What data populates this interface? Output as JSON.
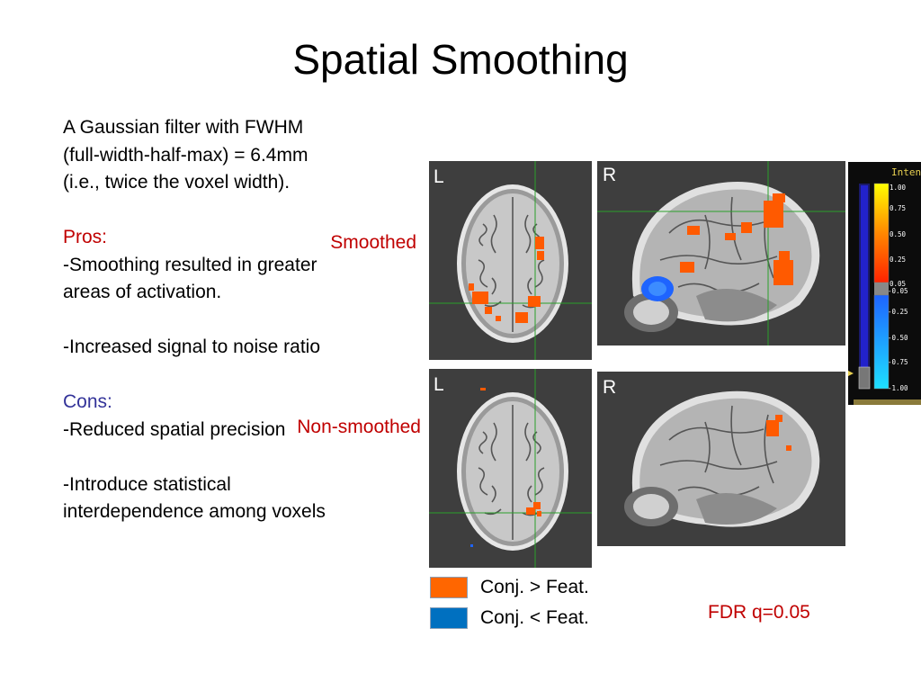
{
  "slide": {
    "title": "Spatial Smoothing"
  },
  "left_text": {
    "intro": "A Gaussian filter with FWHM (full-width-half-max) = 6.4mm (i.e., twice the voxel width).",
    "pros_heading": "Pros:",
    "pros": [
      "-Smoothing resulted in greater areas of activation.",
      "-Increased signal to noise ratio"
    ],
    "cons_heading": "Cons:",
    "cons": [
      "-Reduced spatial precision",
      "-Introduce statistical interdependence among voxels"
    ]
  },
  "rows": {
    "smoothed_label": "Smoothed",
    "non_smoothed_label": "Non-smoothed"
  },
  "panels": {
    "left_marker": "L",
    "right_marker": "R"
  },
  "colorbar": {
    "title": "Inten",
    "ticks": [
      "1.00",
      "0.75",
      "0.50",
      "0.25",
      "0.05",
      "-0.05",
      "-0.25",
      "-0.50",
      "-0.75",
      "-1.00"
    ]
  },
  "legend": {
    "items": [
      {
        "label": "Conj. > Feat.",
        "color": "#ff6600"
      },
      {
        "label": "Conj. < Feat.",
        "color": "#0070c0"
      }
    ]
  },
  "fdr_label": "FDR q=0.05",
  "colors": {
    "title_text": "#000000",
    "pros_heading": "#c00000",
    "cons_heading": "#333399",
    "row_label": "#c00000",
    "activation_positive": "#ff5a00",
    "activation_negative": "#1e64ff",
    "crosshair": "#2aa02a"
  }
}
